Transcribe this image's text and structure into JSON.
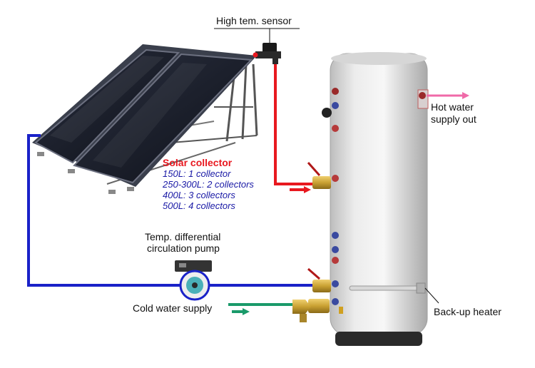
{
  "labels": {
    "sensor": "High tem. sensor",
    "hot_water_line1": "Hot water",
    "hot_water_line2": "supply out",
    "collector_title": "Solar collector",
    "collector_lines": [
      "150L: 1 collector",
      "250-300L: 2 collectors",
      "400L: 3 collectors",
      "500L: 4 collectors"
    ],
    "pump_line1": "Temp. differential",
    "pump_line2": "circulation pump",
    "cold_water": "Cold water supply",
    "heater": "Back-up heater"
  },
  "colors": {
    "hot_pipe": "#e8181f",
    "cold_loop": "#1a22c8",
    "cold_supply": "#1a9a6a",
    "hot_out_arrow": "#f06aa8",
    "collector_title": "#e8181f",
    "collector_list": "#1a1aa6",
    "brass": "#c9a132",
    "tank": "#e3e3e3"
  }
}
